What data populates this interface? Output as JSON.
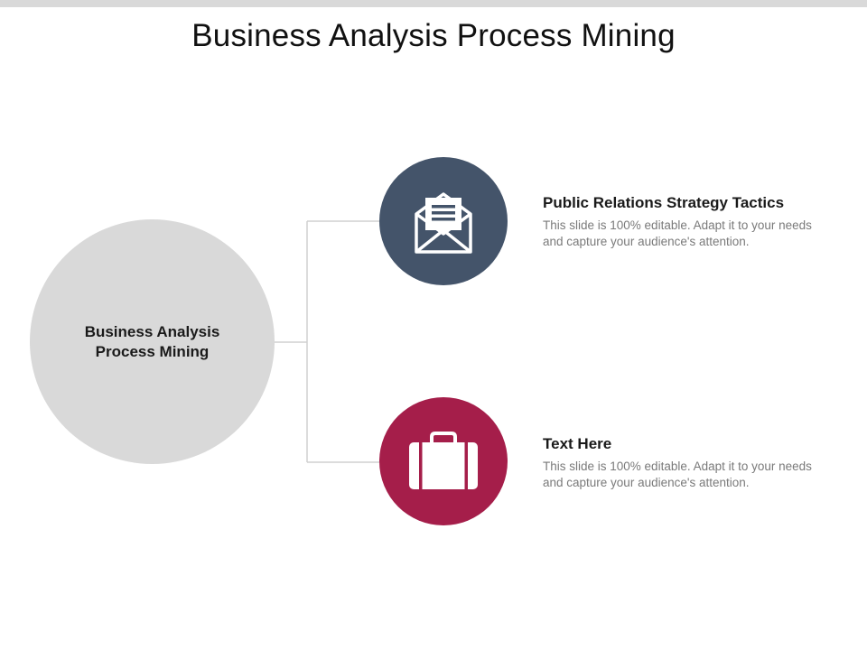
{
  "title": "Business Analysis Process Mining",
  "center": {
    "label": "Business Analysis Process Mining",
    "color": "#d9d9d9"
  },
  "items": [
    {
      "heading": "Public Relations Strategy Tactics",
      "description": "This slide is 100% editable. Adapt it to your needs and capture your audience's attention.",
      "icon": "envelope-letter-icon",
      "color": "#44546a"
    },
    {
      "heading": "Text Here",
      "description": "This slide is 100% editable. Adapt it to your needs and capture your audience's attention.",
      "icon": "briefcase-icon",
      "color": "#a51e4a"
    }
  ]
}
